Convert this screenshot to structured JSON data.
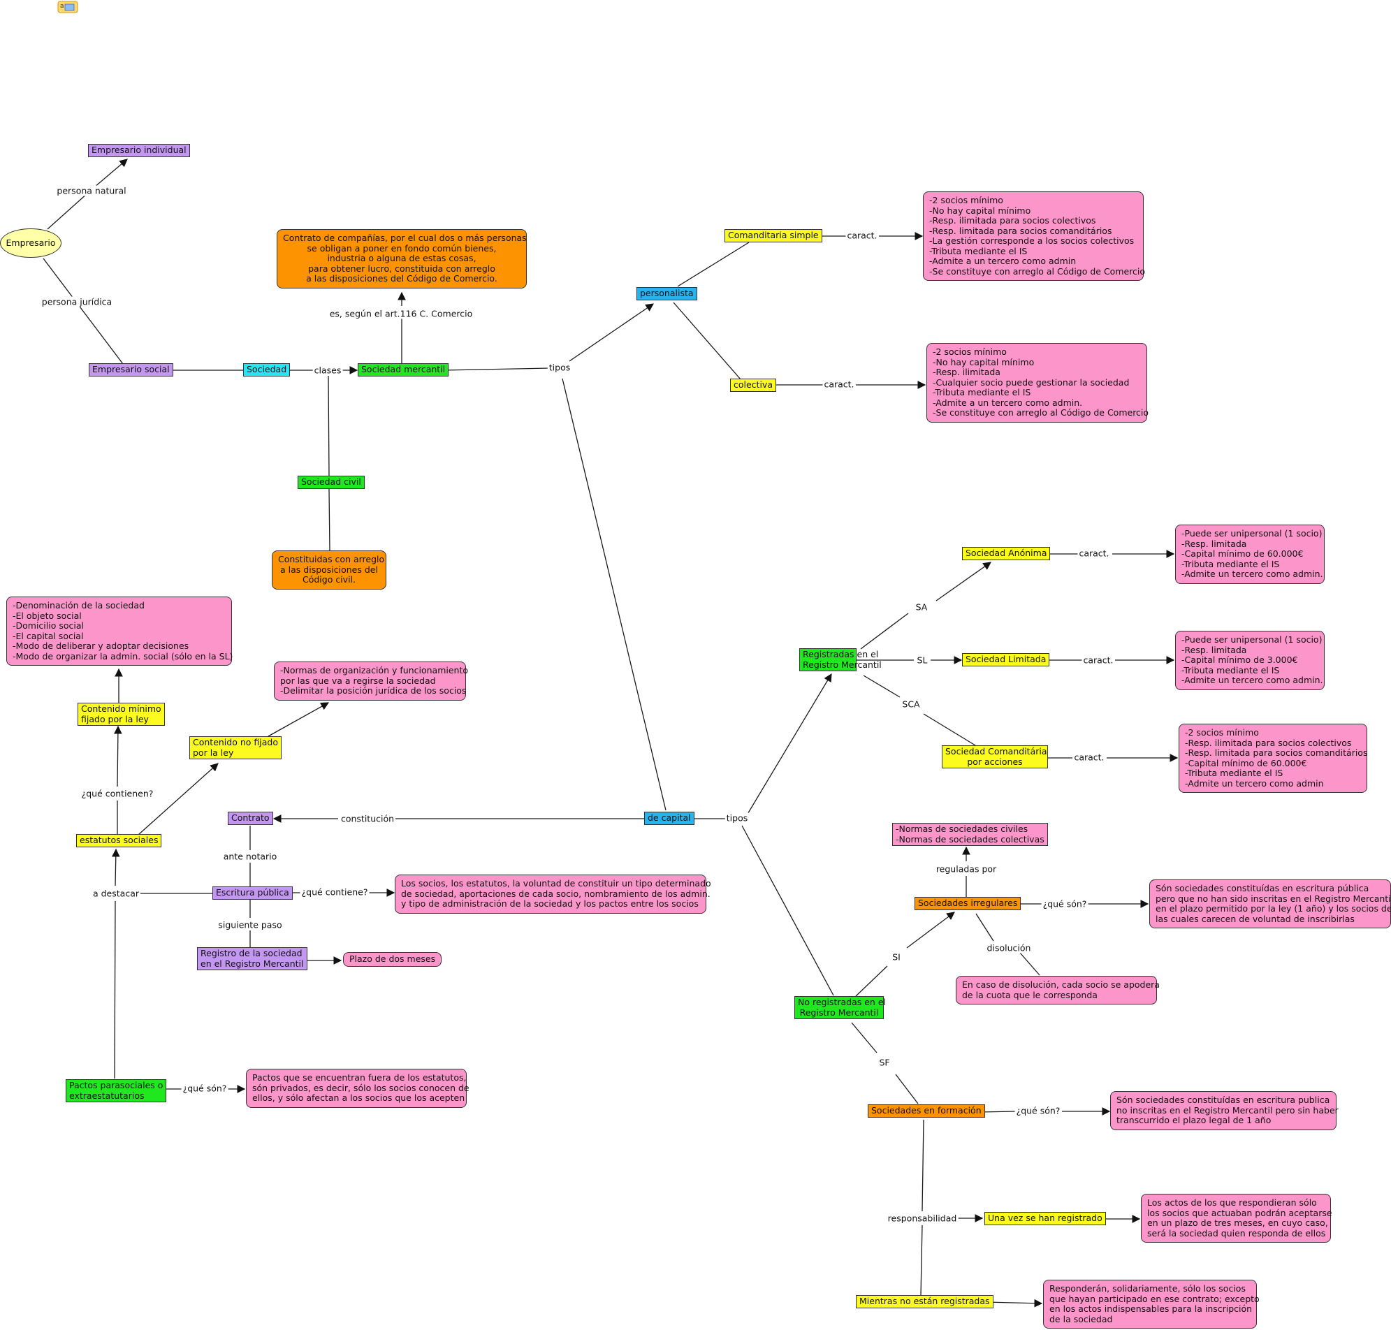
{
  "nodes": {
    "empresario": "Empresario",
    "empresario_individual": "Empresario individual",
    "empresario_social": "Empresario social",
    "sociedad": "Sociedad",
    "sociedad_mercantil": "Sociedad mercantil",
    "sociedad_civil": "Sociedad civil",
    "def_mercantil": "Contrato de compañías, por el cual dos o más personas\nse obligan a poner en fondo común bienes,\nindustria o alguna de estas cosas,\npara obtener lucro, constituida con arreglo\na las disposiciones del Código de Comercio.",
    "def_civil": "Constituidas con arreglo\na las disposiciones del\nCódigo civil.",
    "personalista": "personalista",
    "comanditaria_simple": "Comanditaria simple",
    "colectiva": "colectiva",
    "car_comanditaria": "-2 socios mínimo\n-No hay capital mínimo\n-Resp. ilimitada para socios colectivos\n-Resp. limitada para socios comanditários\n-La gestión corresponde a los socios colectivos\n-Tributa mediante el IS\n-Admite a un tercero como admin\n-Se constituye con arreglo al Código de Comercio",
    "car_colectiva": "-2 socios mínimo\n-No hay capital mínimo\n-Resp. ilimitada\n-Cualquier socio puede gestionar la sociedad\n-Tributa mediante el IS\n-Admite a un tercero como admin.\n-Se constituye con arreglo al Código de Comercio",
    "de_capital": "de capital",
    "registradas": "Registradas en el\nRegistro Mercantil",
    "no_registradas": "No registradas en el\nRegistro Mercantil",
    "sa": "Sociedad Anónima",
    "sl": "Sociedad Limitada",
    "sca": "Sociedad Comanditária\npor acciones",
    "car_sa": "-Puede ser unipersonal (1 socio)\n-Resp. limitada\n-Capital mínimo de 60.000€\n-Tributa mediante el IS\n-Admite un tercero como admin.",
    "car_sl": "-Puede ser unipersonal (1 socio)\n-Resp. limitada\n-Capital mínimo de 3.000€\n-Tributa mediante el IS\n-Admite un tercero como admin.",
    "car_sca": "-2 socios mínimo\n-Resp. ilimitada para socios colectivos\n-Resp. limitada para socios comanditários\n-Capital mínimo de 60.000€\n-Tributa mediante el IS\n-Admite un tercero como admin",
    "normas_irregulares": "-Normas de sociedades civiles\n-Normas de sociedades colectivas",
    "irregulares": "Sociedades irregulares",
    "def_irregulares": "Són sociedades constituídas en escritura pública\npero que no han sido inscritas en el Registro Mercantil\nen el plazo permitido por la ley (1 año) y los socios de\nlas cuales carecen de voluntad de inscribirlas",
    "disolucion_irregulares": "En caso de disolución, cada socio se apodera\nde la cuota que le corresponda",
    "en_formacion": "Sociedades en formación",
    "def_formacion": "Són sociedades constituídas en escritura publica\nno inscritas en el Registro Mercantil pero sin haber\ntranscurrido el plazo legal de 1 año",
    "una_vez_registrado": "Una vez se han registrado",
    "def_una_vez": "Los actos de los que respondieran sólo\nlos socios que actuaban podrán aceptarse\nen un plazo de tres meses, en cuyo caso,\nserá la sociedad quien responda de ellos",
    "mientras_no": "Mientras no están registradas",
    "def_mientras": "Responderán, solidariamente, sólo los socios\nque hayan participado en ese contrato; excepto\nen los actos indispensables para la inscripción\nde la sociedad",
    "contrato": "Contrato",
    "escritura": "Escritura pública",
    "def_escritura": "Los socios, los estatutos, la voluntad de constituir un tipo determinado\nde sociedad, aportaciones de cada socio, nombramiento de los admin.\ny tipo de administración de la sociedad y los pactos entre los socios",
    "registro_sociedad": "Registro de la sociedad\nen el Registro Mercantil",
    "plazo": "Plazo de dos meses",
    "estatutos": "estatutos sociales",
    "contenido_minimo": "Contenido mínimo\nfijado por la ley",
    "lista_minimo": "-Denominación de la sociedad\n-El objeto social\n-Domicilio social\n-El capital social\n-Modo de deliberar y adoptar decisiones\n-Modo de organizar la admin. social (sólo en la SL)",
    "contenido_no_fijado": "Contenido no fijado\npor la ley",
    "lista_no_fijado": "-Normas de organización y funcionamiento\npor las que va a regirse la sociedad\n-Delimitar la posición jurídica de los socios",
    "pactos": "Pactos parasociales o\nextraestatutarios",
    "def_pactos": "Pactos que se encuentran fuera de los estatutos,\nsón privados, es decir, sólo los socios conocen de\nellos, y sólo afectan a los socios que los acepten"
  },
  "links": {
    "persona_natural": "persona natural",
    "persona_juridica": "persona jurídica",
    "clases": "clases",
    "es_segun": "es, según el art.116 C. Comercio",
    "tipos_1": "tipos",
    "caract_1": "caract.",
    "caract_2": "caract.",
    "tipos_2": "tipos",
    "sa": "SA",
    "sl": "SL",
    "sca": "SCA",
    "caract_sa": "caract.",
    "caract_sl": "caract.",
    "caract_sca": "caract.",
    "reguladas": "reguladas por",
    "que_son_irr": "¿qué són?",
    "disolucion": "disolución",
    "si": "SI",
    "sf": "SF",
    "que_son_form": "¿qué són?",
    "responsabilidad": "responsabilidad",
    "constitucion": "constitución",
    "ante_notario": "ante notario",
    "que_contiene": "¿qué contiene?",
    "siguiente_paso": "siguiente paso",
    "a_destacar": "a destacar",
    "que_contienen": "¿qué contienen?",
    "que_son_pactos": "¿qué són?"
  },
  "colors": {
    "purple": "#c396f2",
    "green": "#1fe81f",
    "yellow": "#fbfb1d",
    "cyan": "#25e6f4",
    "blue": "#26b3ee",
    "orange": "#fd9300",
    "pink": "#fc95c9",
    "ellipse": "#ffffa8"
  },
  "icons": [
    "document-note-icon"
  ]
}
